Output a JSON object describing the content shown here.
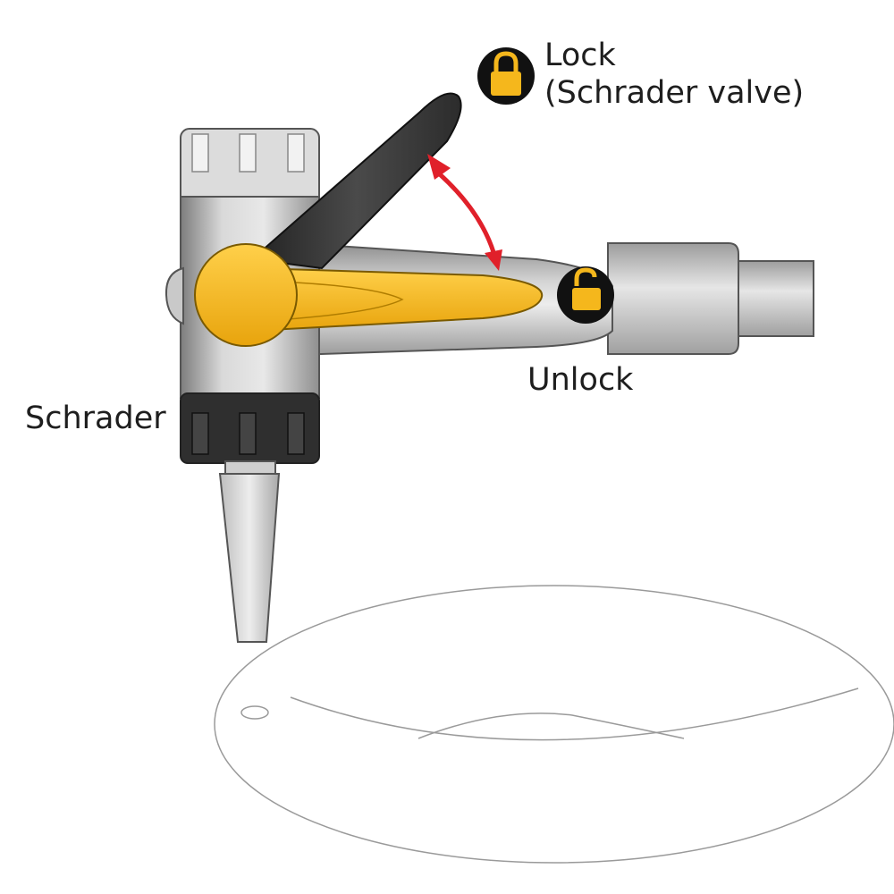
{
  "labels": {
    "lock": "Lock",
    "lock_sub": "(Schrader valve)",
    "unlock": "Unlock",
    "schrader": "Schrader"
  },
  "colors": {
    "lever_yellow": "#f5b71c",
    "lever_dark": "#3a3a3a",
    "body_gray": "#a9a9a9",
    "arrow_red": "#e0202a",
    "badge_black": "#111111"
  },
  "icons": {
    "lock_badge": "locked-padlock-icon",
    "unlock_badge": "unlocked-padlock-icon",
    "rotation": "double-headed-curved-arrow"
  }
}
